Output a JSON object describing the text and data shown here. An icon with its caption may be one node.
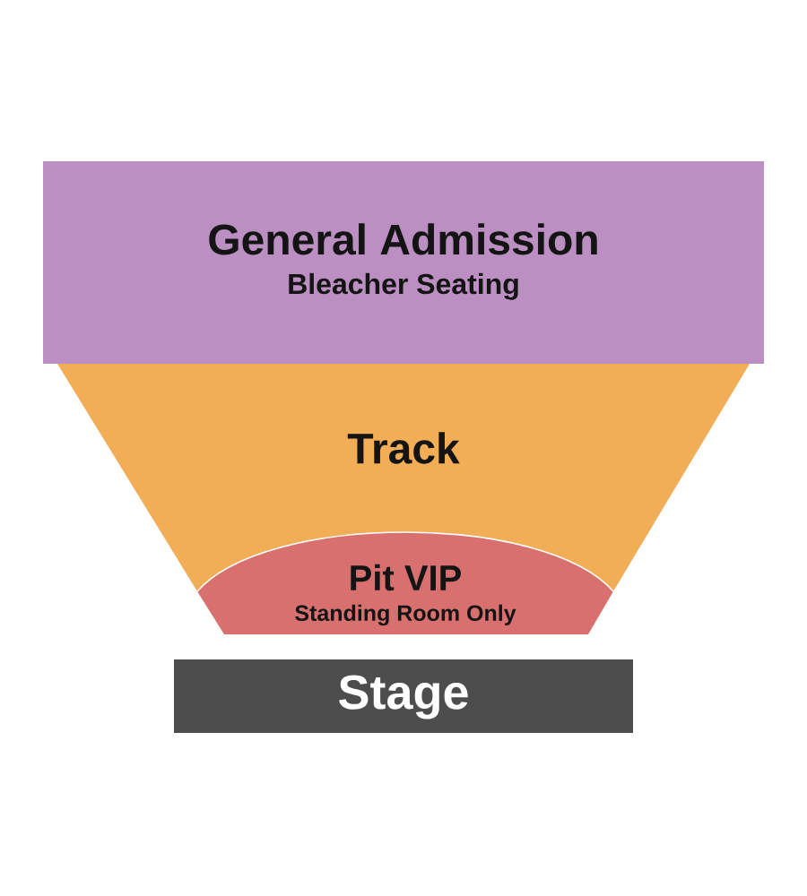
{
  "diagram": {
    "nodes": [
      {
        "text": [
          "General Admission",
          "Bleacher Seating"
        ]
      },
      {
        "text": [
          "Track"
        ]
      },
      {
        "text": [
          "Pit VIP",
          "Standing Room Only"
        ]
      },
      {
        "text": [
          "Stage"
        ]
      }
    ]
  }
}
